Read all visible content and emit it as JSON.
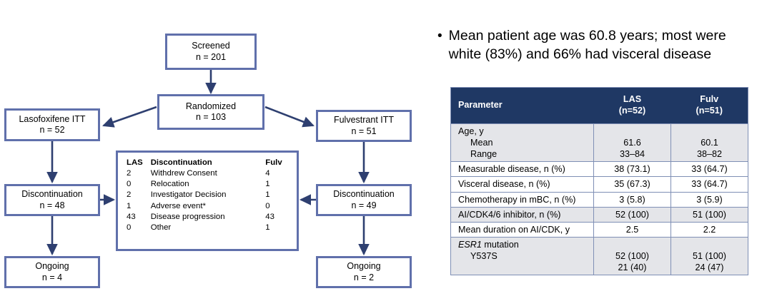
{
  "flowchart": {
    "nodes": {
      "screened": {
        "label": "Screened",
        "count": "n = 201"
      },
      "randomized": {
        "label": "Randomized",
        "count": "n = 103"
      },
      "las_itt": {
        "label": "Lasofoxifene ITT",
        "count": "n = 52"
      },
      "fulv_itt": {
        "label": "Fulvestrant ITT",
        "count": "n = 51"
      },
      "las_disc": {
        "label": "Discontinuation",
        "count": "n = 48"
      },
      "fulv_disc": {
        "label": "Discontinuation",
        "count": "n = 49"
      },
      "las_ongoing": {
        "label": "Ongoing",
        "count": "n = 4"
      },
      "fulv_ongoing": {
        "label": "Ongoing",
        "count": "n = 2"
      }
    },
    "reasons": {
      "headers": {
        "las": "LAS",
        "reason": "Discontinuation",
        "fulv": "Fulv"
      },
      "rows": [
        {
          "las": "2",
          "reason": "Withdrew Consent",
          "fulv": "4"
        },
        {
          "las": "0",
          "reason": "Relocation",
          "fulv": "1"
        },
        {
          "las": "2",
          "reason": "Investigator Decision",
          "fulv": "1"
        },
        {
          "las": "1",
          "reason": "Adverse event*",
          "fulv": "0"
        },
        {
          "las": "43",
          "reason": "Disease progression",
          "fulv": "43"
        },
        {
          "las": "0",
          "reason": "Other",
          "fulv": "1"
        }
      ]
    },
    "colors": {
      "box_border": "#6070ab",
      "arrow": "#2e3f70"
    }
  },
  "bullet": {
    "marker": "•",
    "text": "Mean patient age was 60.8 years; most were white (83%) and 66% had visceral disease"
  },
  "table": {
    "colors": {
      "header_bg": "#1f3864",
      "header_fg": "#ffffff",
      "shaded_row_bg": "#e4e5e9",
      "border": "#7f8fb5"
    },
    "headers": {
      "parameter": "Parameter",
      "las": "LAS",
      "las_sub": "(n=52)",
      "fulv": "Fulv",
      "fulv_sub": "(n=51)"
    },
    "rows": [
      {
        "param": "Age, y",
        "sub1": "Mean",
        "sub2": "Range",
        "las": "",
        "las1": "61.6",
        "las2": "33–84",
        "fulv": "",
        "fulv1": "60.1",
        "fulv2": "38–82",
        "shaded": true,
        "multiline": true
      },
      {
        "param": "Measurable disease, n (%)",
        "las": "38 (73.1)",
        "fulv": "33 (64.7)",
        "shaded": false
      },
      {
        "param": "Visceral disease, n (%)",
        "las": "35 (67.3)",
        "fulv": "33 (64.7)",
        "shaded": false
      },
      {
        "param": "Chemotherapy in mBC, n (%)",
        "las": "3 (5.8)",
        "fulv": "3 (5.9)",
        "shaded": false
      },
      {
        "param": "AI/CDK4/6 inhibitor, n (%)",
        "las": "52 (100)",
        "fulv": "51 (100)",
        "shaded": true
      },
      {
        "param": "Mean duration on AI/CDK, y",
        "las": "2.5",
        "fulv": "2.2",
        "shaded": false
      },
      {
        "param": "ESR1 mutation",
        "param_italic": "ESR1",
        "param_rest": " mutation",
        "sub1": "Y537S",
        "las1": "52 (100)",
        "las2": "21 (40)",
        "fulv1": "51 (100)",
        "fulv2": "24 (47)",
        "shaded": true,
        "multiline": true,
        "italic_lead": true
      }
    ]
  }
}
